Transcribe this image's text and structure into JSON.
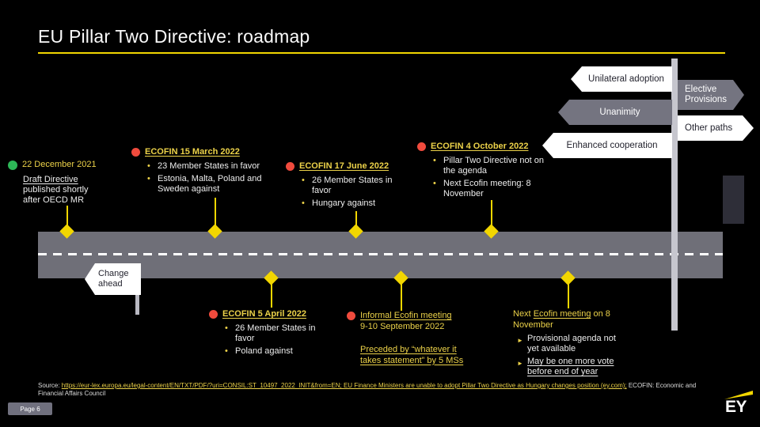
{
  "title": "EU Pillar Two Directive: roadmap",
  "signpost": {
    "unilateral": "Unilateral adoption",
    "elective": "Elective Provisions",
    "unanimity": "Unanimity",
    "other_paths": "Other paths",
    "enhanced": "Enhanced cooperation"
  },
  "change_sign": {
    "line1": "Change",
    "line2": "ahead"
  },
  "events": {
    "dec2021": {
      "date": "22 December 2021",
      "link": "Draft Directive",
      "rest": " published shortly after OECD MR"
    },
    "mar2022": {
      "title": "ECOFIN 15 March 2022",
      "b1": "23 Member States in favor",
      "b2": "Estonia, Malta, Poland and Sweden against"
    },
    "jun2022": {
      "title": "ECOFIN 17 June 2022",
      "b1": "26 Member States in favor",
      "b2": "Hungary against"
    },
    "oct2022": {
      "title": "ECOFIN 4 October 2022",
      "b1": "Pillar Two Directive not on the agenda",
      "b2": "Next Ecofin meeting: 8 November"
    },
    "apr2022": {
      "title": "ECOFIN 5 April 2022",
      "b1": "26 Member States in favor",
      "b2": "Poland against"
    },
    "sep2022": {
      "title_link": "Informal Ecofin meeting",
      "title_date": "9-10 September 2022",
      "note": "Preceded by “whatever it takes statement” by 5 MSs"
    },
    "nov2022": {
      "pre": "Next ",
      "link": "Ecofin meeting",
      "post": " on 8 November",
      "b1": "Provisional agenda not yet available",
      "b2": "May be one more vote before end of year"
    }
  },
  "source": {
    "prefix": "Source: ",
    "link": "https://eur-lex.europa.eu/legal-content/EN/TXT/PDF/?uri=CONSIL:ST_10497_2022_INIT&from=EN; EU Finance Ministers are unable to adopt Pillar Two Directive as Hungary changes position (ey.com);",
    "suffix": " ECOFIN: Economic and Financial Affairs Council"
  },
  "footer": {
    "page": "Page 6",
    "logo": "EY"
  },
  "colors": {
    "yellow": "#F2D600",
    "text_yellow": "#ECD249",
    "gray": "#747480",
    "road": "#6F6F78",
    "dark_gray": "#2E2E38",
    "red": "#F04B3D",
    "green": "#2DB757",
    "pole_gray": "#C6C6CE",
    "ink": "#23232E"
  }
}
